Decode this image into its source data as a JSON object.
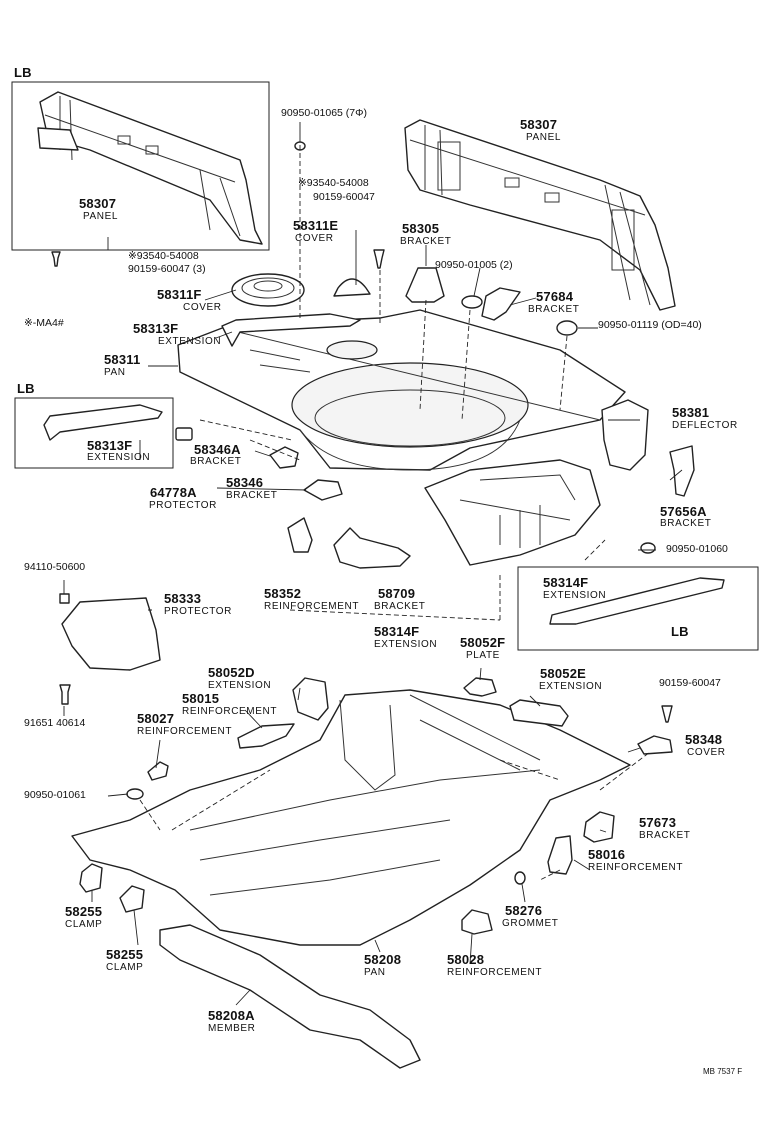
{
  "page": {
    "lb_tag": "LB",
    "ma4_note": "※-MA4#",
    "footer_code": "MB  7537 F"
  },
  "parts": {
    "p58307_top_left": {
      "num": "58307",
      "name": "PANEL"
    },
    "p58307_top_right": {
      "num": "58307",
      "name": "PANEL"
    },
    "bolt_93540_left": {
      "code1": "※93540-54008",
      "code2": "90159-60047 (3)"
    },
    "bolt_93540_center": {
      "code1": "※93540-54008",
      "code2": "90159-60047"
    },
    "plug_90950_01065": {
      "code": "90950-01065 (7Φ)"
    },
    "p58311E": {
      "num": "58311E",
      "name": "COVER"
    },
    "p58305": {
      "num": "58305",
      "name": "BRACKET"
    },
    "plug_90950_01005": {
      "code": "90950-01005 (2)"
    },
    "p57684": {
      "num": "57684",
      "name": "BRACKET"
    },
    "plug_90950_01119": {
      "code": "90950-01119 (OD=40)"
    },
    "p58311F": {
      "num": "58311F",
      "name": "COVER"
    },
    "p58313F": {
      "num": "58313F",
      "name": "EXTENSION"
    },
    "p58311": {
      "num": "58311",
      "name": "PAN"
    },
    "p58313F_lb": {
      "num": "58313F",
      "name": "EXTENSION"
    },
    "p58346A": {
      "num": "58346A",
      "name": "BRACKET"
    },
    "p64778A": {
      "num": "64778A",
      "name": "PROTECTOR"
    },
    "p58346": {
      "num": "58346",
      "name": "BRACKET"
    },
    "p58381": {
      "num": "58381",
      "name": "DEFLECTOR"
    },
    "p57656A": {
      "num": "57656A",
      "name": "BRACKET"
    },
    "plug_90950_01060": {
      "code": "90950-01060"
    },
    "clip_94110": {
      "code": "94110-50600"
    },
    "p58333": {
      "num": "58333",
      "name": "PROTECTOR"
    },
    "p58352": {
      "num": "58352",
      "name": "REINFORCEMENT"
    },
    "p58709": {
      "num": "58709",
      "name": "BRACKET"
    },
    "p58314F_lb": {
      "num": "58314F",
      "name": "EXTENSION"
    },
    "p58314F": {
      "num": "58314F",
      "name": "EXTENSION"
    },
    "bolt_91651": {
      "code": "91651 40614"
    },
    "p58052D": {
      "num": "58052D",
      "name": "EXTENSION"
    },
    "p58052F": {
      "num": "58052F",
      "name": "PLATE"
    },
    "p58052E": {
      "num": "58052E",
      "name": "EXTENSION"
    },
    "bolt_90159_60047": {
      "code": "90159-60047"
    },
    "p58015": {
      "num": "58015",
      "name": "REINFORCEMENT"
    },
    "p58027": {
      "num": "58027",
      "name": "REINFORCEMENT"
    },
    "p58348": {
      "num": "58348",
      "name": "COVER"
    },
    "plug_90950_01061": {
      "code": "90950-01061"
    },
    "p57673": {
      "num": "57673",
      "name": "BRACKET"
    },
    "p58016": {
      "num": "58016",
      "name": "REINFORCEMENT"
    },
    "p58255_a": {
      "num": "58255",
      "name": "CLAMP"
    },
    "p58276": {
      "num": "58276",
      "name": "GROMMET"
    },
    "p58255_b": {
      "num": "58255",
      "name": "CLAMP"
    },
    "p58208": {
      "num": "58208",
      "name": "PAN"
    },
    "p58028": {
      "num": "58028",
      "name": "REINFORCEMENT"
    },
    "p58208A": {
      "num": "58208A",
      "name": "MEMBER"
    }
  }
}
